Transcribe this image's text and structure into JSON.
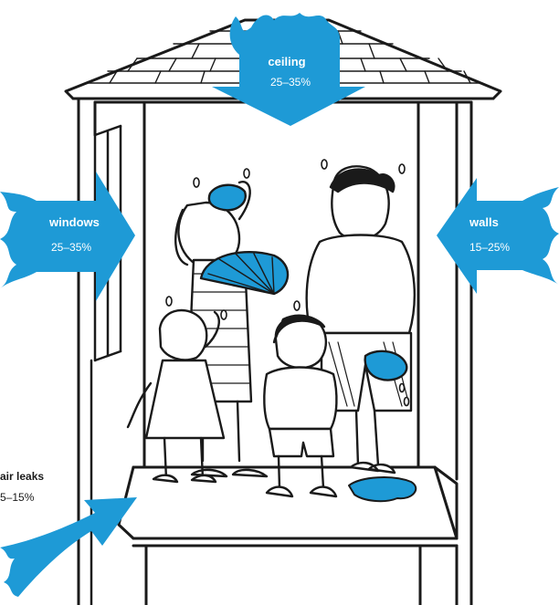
{
  "colors": {
    "arrow": "#1e9ad6",
    "ink": "#1a1a1a",
    "roof": "#ffffff",
    "background": "#ffffff",
    "puddle": "#1e9ad6"
  },
  "heat_sources": {
    "ceiling": {
      "label": "ceiling",
      "range": "25–35%"
    },
    "windows": {
      "label": "windows",
      "range": "25–35%"
    },
    "walls": {
      "label": "walls",
      "range": "15–25%"
    },
    "air_leaks": {
      "label": "air leaks",
      "range": "5–15%"
    }
  }
}
